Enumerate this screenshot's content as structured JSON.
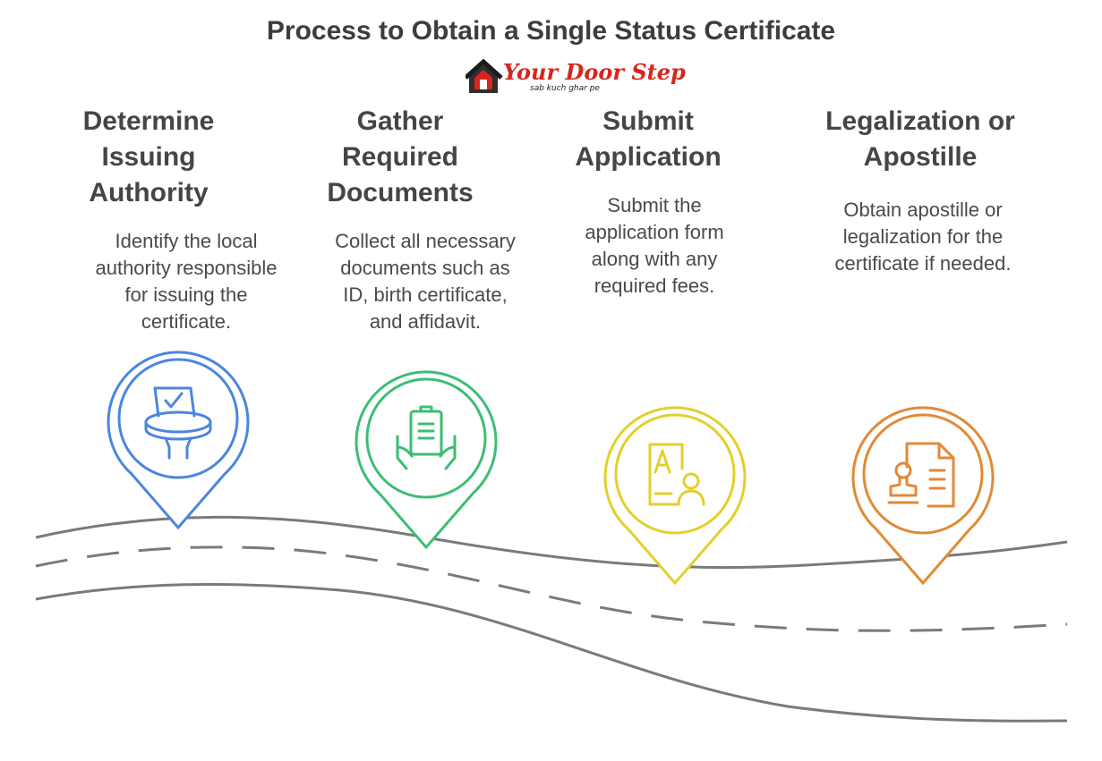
{
  "title": "Process to Obtain a Single Status Certificate",
  "logo": {
    "name": "Your Door Step",
    "tagline": "sab kuch ghar pe",
    "icon": "house-icon"
  },
  "steps": [
    {
      "title_lines": [
        "Determine",
        "Issuing",
        "Authority"
      ],
      "description_lines": [
        "Identify the local",
        "authority responsible",
        "for issuing the",
        "certificate."
      ],
      "icon": "ballot-box-icon",
      "color": "#4a86df"
    },
    {
      "title_lines": [
        "Gather",
        "Required",
        "Documents"
      ],
      "description_lines": [
        "Collect all necessary",
        "documents such as",
        "ID, birth certificate,",
        "and affidavit."
      ],
      "icon": "clipboard-in-hands-icon",
      "color": "#3dbd74"
    },
    {
      "title_lines": [
        "Submit",
        "Application"
      ],
      "description_lines": [
        "Submit the",
        "application form",
        "along with any",
        "required fees."
      ],
      "icon": "application-id-icon",
      "color": "#e3cf2a"
    },
    {
      "title_lines": [
        "Legalization or",
        "Apostille"
      ],
      "description_lines": [
        "Obtain apostille or",
        "legalization for the",
        "certificate if needed."
      ],
      "icon": "stamp-document-icon",
      "color": "#e08a35"
    }
  ],
  "road_color": "#7a7a7a"
}
